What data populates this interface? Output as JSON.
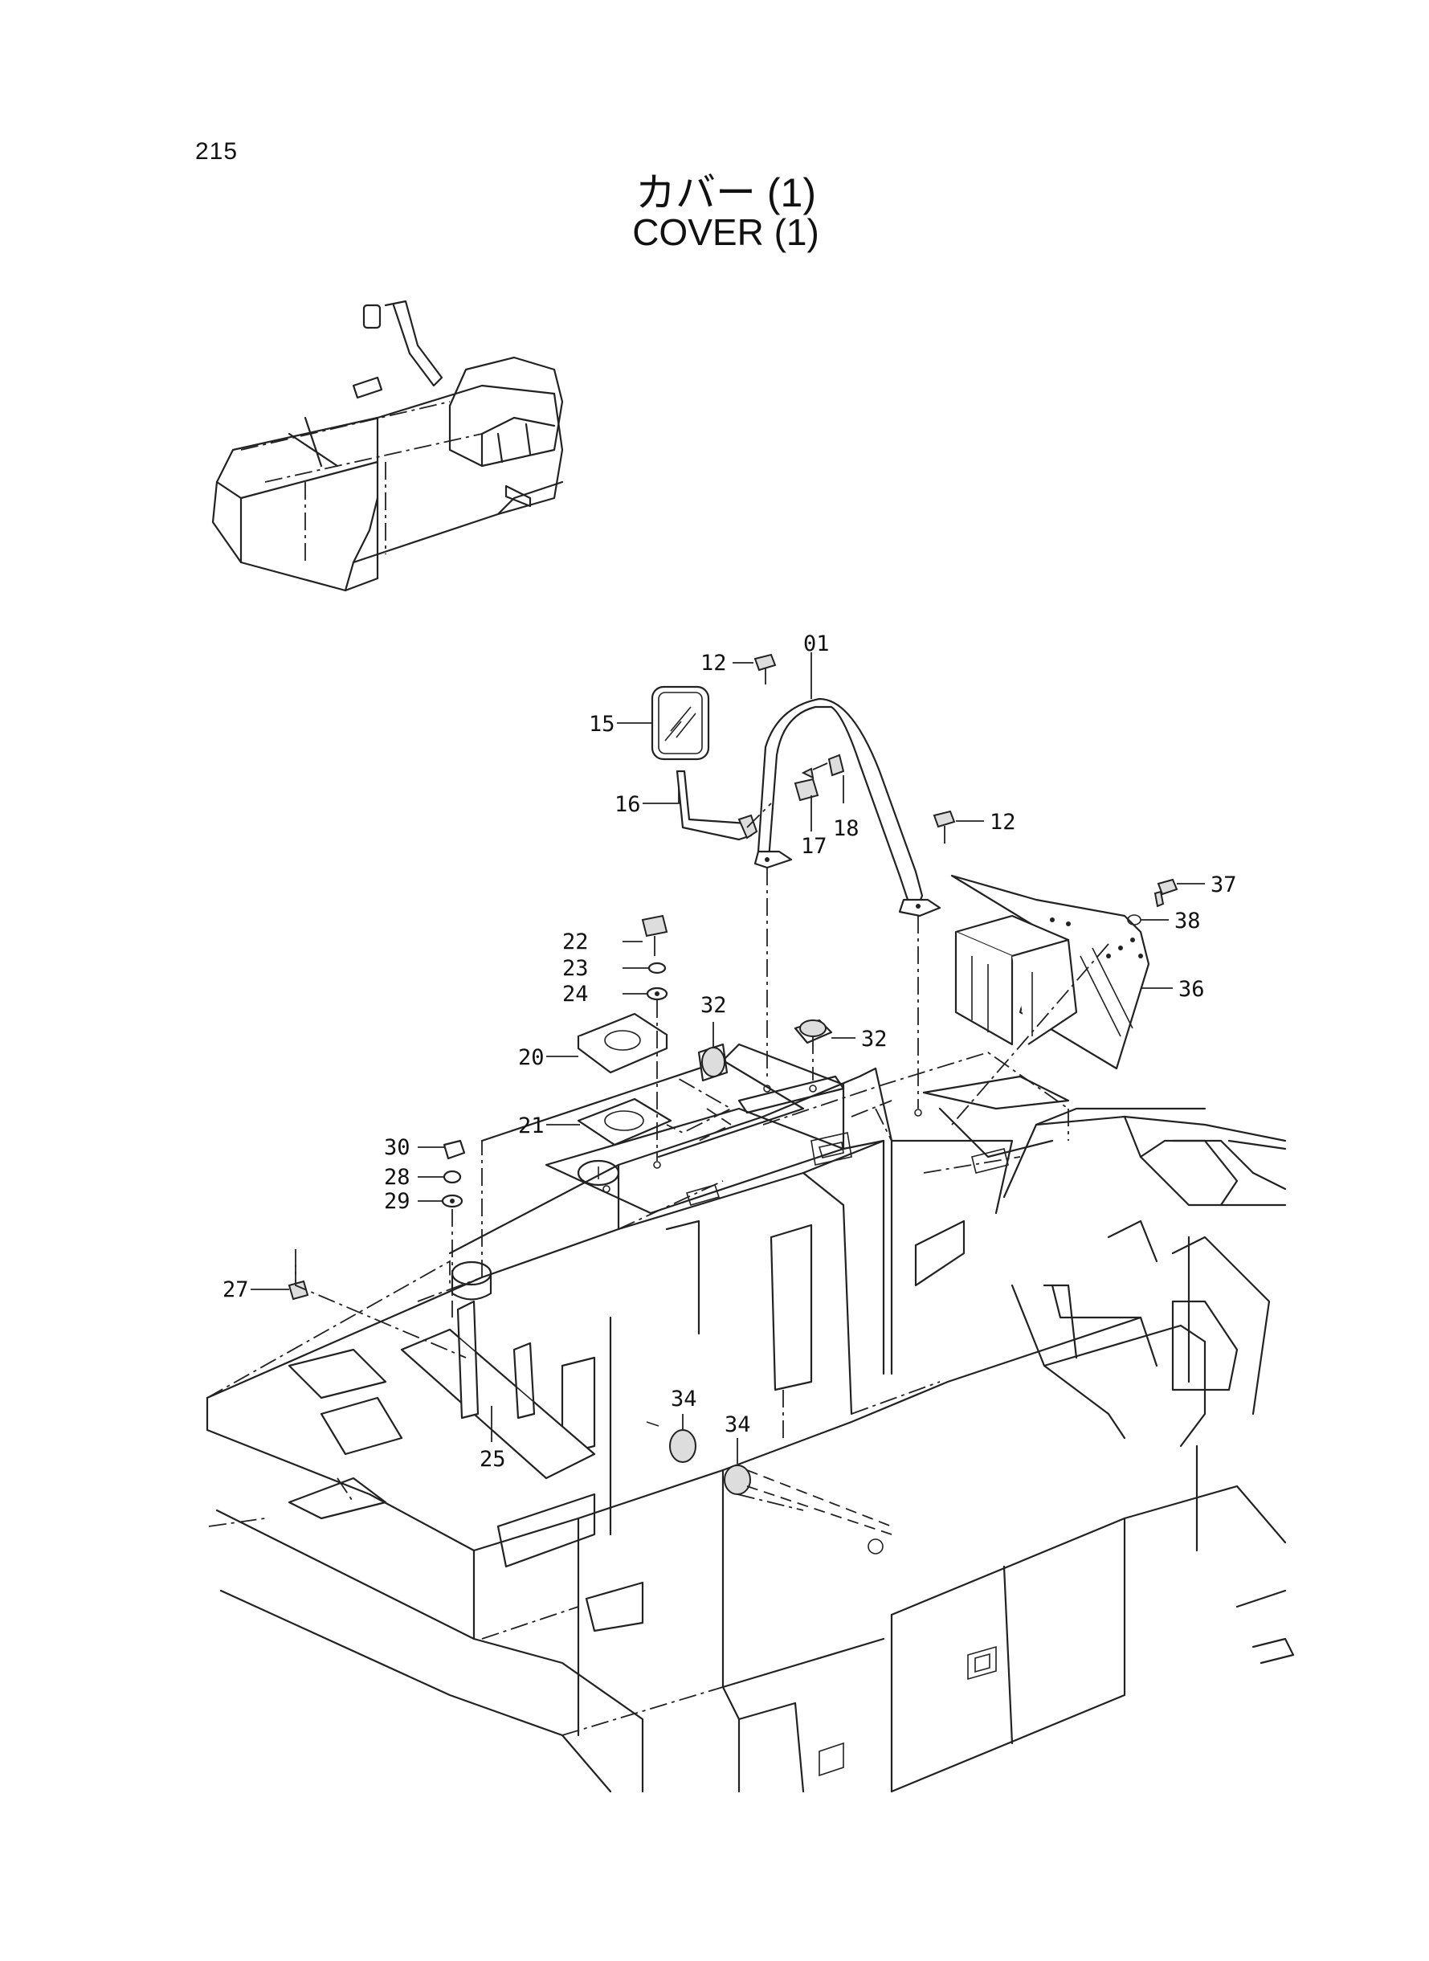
{
  "page": {
    "number": "215",
    "title_jp": "カバー (1)",
    "title_en": "COVER (1)"
  },
  "callouts": [
    {
      "id": "c01",
      "label": "01"
    },
    {
      "id": "c12a",
      "label": "12"
    },
    {
      "id": "c12b",
      "label": "12"
    },
    {
      "id": "c15",
      "label": "15"
    },
    {
      "id": "c16",
      "label": "16"
    },
    {
      "id": "c17",
      "label": "17"
    },
    {
      "id": "c18",
      "label": "18"
    },
    {
      "id": "c37",
      "label": "37"
    },
    {
      "id": "c38",
      "label": "38"
    },
    {
      "id": "c36",
      "label": "36"
    },
    {
      "id": "c22",
      "label": "22"
    },
    {
      "id": "c23",
      "label": "23"
    },
    {
      "id": "c24",
      "label": "24"
    },
    {
      "id": "c20",
      "label": "20"
    },
    {
      "id": "c21",
      "label": "21"
    },
    {
      "id": "c32a",
      "label": "32"
    },
    {
      "id": "c32b",
      "label": "32"
    },
    {
      "id": "c30",
      "label": "30"
    },
    {
      "id": "c28",
      "label": "28"
    },
    {
      "id": "c29",
      "label": "29"
    },
    {
      "id": "c27",
      "label": "27"
    },
    {
      "id": "c25",
      "label": "25"
    },
    {
      "id": "c34a",
      "label": "34"
    },
    {
      "id": "c34b",
      "label": "34"
    }
  ]
}
